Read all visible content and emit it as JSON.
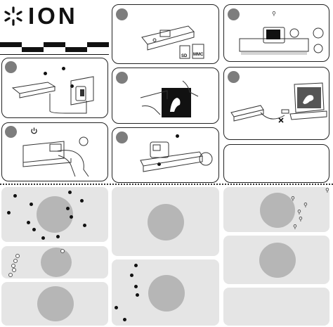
{
  "brand": {
    "logo_text": "ION"
  },
  "labels": {
    "sd_card": "SD",
    "mmc_card": "MMC"
  },
  "icons": {
    "power": "power-icon",
    "magnifier": "magnifier-icon",
    "menu_bullet": "bullet"
  },
  "colors": {
    "step_badge": "#7d7d7d",
    "panel_gray": "#e5e5e5",
    "placeholder_circle": "#b6b6b6",
    "ink": "#111111"
  }
}
